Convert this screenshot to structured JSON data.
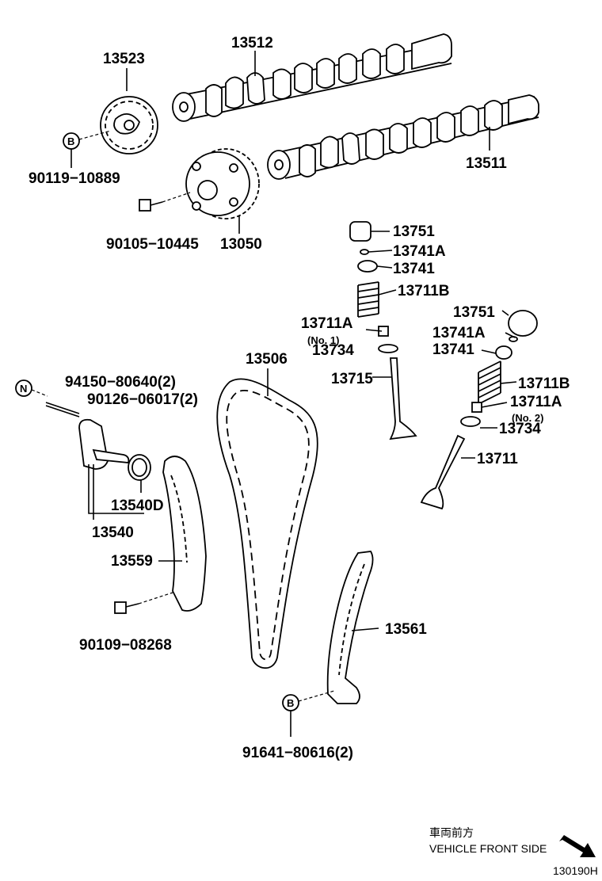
{
  "labels": {
    "p13523": "13523",
    "p13512": "13512",
    "p13511": "13511",
    "p90119": "90119−10889",
    "p90105": "90105−10445",
    "p13050": "13050",
    "p13751a": "13751",
    "p13741Aa": "13741A",
    "p13741a": "13741",
    "p13711Ba": "13711B",
    "p13751b": "13751",
    "p13741Ab": "13741A",
    "p13741b": "13741",
    "p13711Aa": "13711A",
    "no1": "(No. 1)",
    "p13734a": "13734",
    "p13506": "13506",
    "p13715": "13715",
    "p13711Bb": "13711B",
    "p13711Ab": "13711A",
    "no2": "(No. 2)",
    "p13734b": "13734",
    "p13711": "13711",
    "p94150": "94150−80640(2)",
    "p90126": "90126−06017(2)",
    "p13540D": "13540D",
    "p13540": "13540",
    "p13559": "13559",
    "p90109": "90109−08268",
    "p13561": "13561",
    "p91641": "91641−80616(2)"
  },
  "markers": {
    "b1": "B",
    "b2": "B",
    "n1": "N"
  },
  "footer": {
    "jp": "車両前方",
    "direction": "VEHICLE FRONT SIDE",
    "code": "130190H"
  }
}
